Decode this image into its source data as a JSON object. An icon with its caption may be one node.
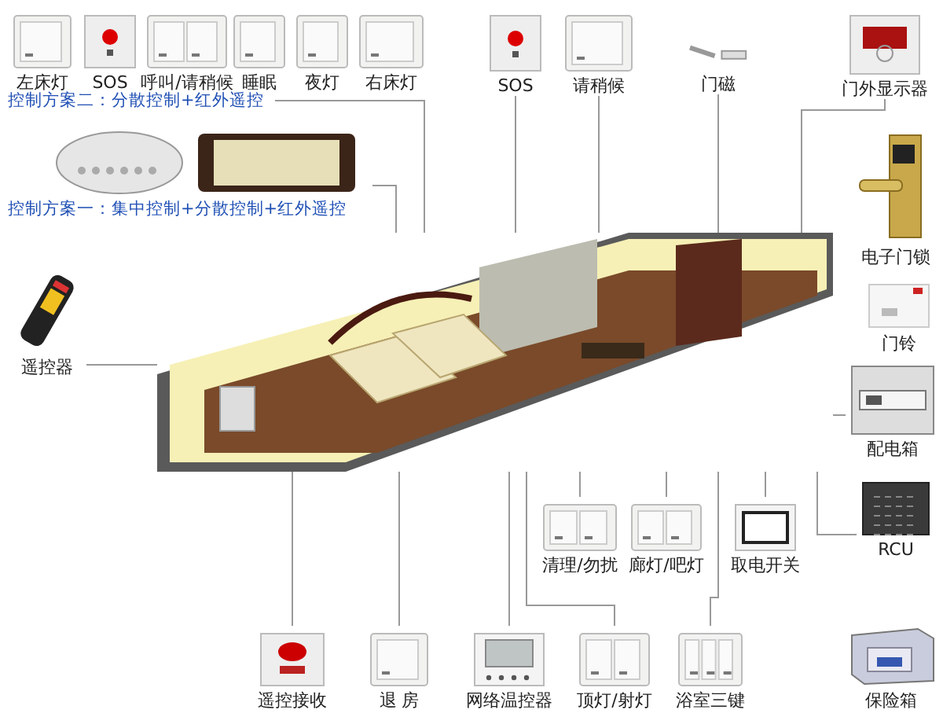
{
  "diagram": {
    "nodes": [
      {
        "text": [
          "左床灯"
        ]
      },
      {
        "text": [
          "SOS"
        ]
      },
      {
        "text": [
          "呼叫/请稍候"
        ]
      },
      {
        "text": [
          "睡眠"
        ]
      },
      {
        "text": [
          "夜灯"
        ]
      },
      {
        "text": [
          "右床灯"
        ]
      },
      {
        "text": [
          "控制方案二：分散控制+红外遥控"
        ]
      },
      {
        "text": [
          "控制方案一：集中控制+分散控制+红外遥控"
        ]
      },
      {
        "text": [
          "遥控器"
        ]
      },
      {
        "text": [
          "SOS"
        ]
      },
      {
        "text": [
          "请稍候"
        ]
      },
      {
        "text": [
          "门磁"
        ]
      },
      {
        "text": [
          "门外显示器"
        ]
      },
      {
        "text": [
          "电子门锁"
        ]
      },
      {
        "text": [
          "门铃"
        ]
      },
      {
        "text": [
          "配电箱"
        ]
      },
      {
        "text": [
          "RCU"
        ]
      },
      {
        "text": [
          "清理/勿扰"
        ]
      },
      {
        "text": [
          "廊灯/吧灯"
        ]
      },
      {
        "text": [
          "取电开关"
        ]
      },
      {
        "text": [
          "遥控接收"
        ]
      },
      {
        "text": [
          "退 房"
        ]
      },
      {
        "text": [
          "网络温控器"
        ]
      },
      {
        "text": [
          "顶灯/射灯"
        ]
      },
      {
        "text": [
          "浴室三键"
        ]
      },
      {
        "text": [
          "保险箱"
        ]
      },
      {
        "text": [],
        "shape": "picture"
      }
    ],
    "edges": [
      {
        "from": 6,
        "to": 26,
        "arrow": "none"
      },
      {
        "from": 7,
        "to": 26,
        "arrow": "none"
      },
      {
        "from": 8,
        "to": 26,
        "arrow": "none"
      },
      {
        "from": 9,
        "to": 26,
        "arrow": "none"
      },
      {
        "from": 10,
        "to": 26,
        "arrow": "none"
      },
      {
        "from": 11,
        "to": 26,
        "arrow": "none"
      },
      {
        "from": 12,
        "to": 26,
        "arrow": "none"
      },
      {
        "from": 15,
        "to": 26,
        "arrow": "none"
      },
      {
        "from": 16,
        "to": 26,
        "arrow": "none"
      },
      {
        "from": 17,
        "to": 26,
        "arrow": "none"
      },
      {
        "from": 18,
        "to": 26,
        "arrow": "none"
      },
      {
        "from": 19,
        "to": 26,
        "arrow": "none"
      },
      {
        "from": 20,
        "to": 26,
        "arrow": "none"
      },
      {
        "from": 21,
        "to": 26,
        "arrow": "none"
      },
      {
        "from": 22,
        "to": 26,
        "arrow": "none"
      },
      {
        "from": 23,
        "to": 26,
        "arrow": "none"
      },
      {
        "from": 24,
        "to": 26,
        "arrow": "none"
      }
    ]
  }
}
